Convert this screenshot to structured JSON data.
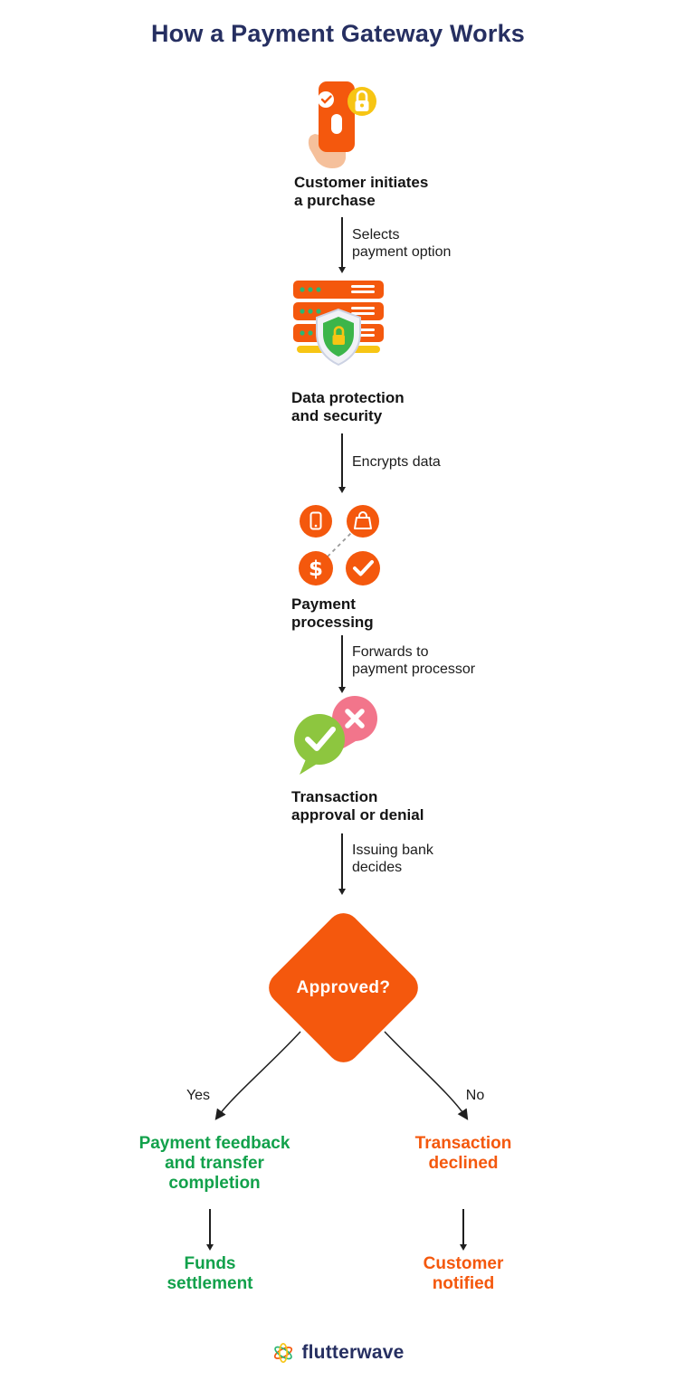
{
  "title": "How a Payment Gateway Works",
  "steps": [
    {
      "name": "Customer initiates\na purchase",
      "edge": "Selects\npayment option",
      "icon": "phone-purchase-icon"
    },
    {
      "name": "Data protection\nand security",
      "edge": "Encrypts data",
      "icon": "secure-server-icon"
    },
    {
      "name": "Payment\nprocessing",
      "edge": "Forwards to\npayment processor",
      "icon": "payment-methods-icon"
    },
    {
      "name": "Transaction\napproval or denial",
      "edge": "Issuing bank\ndecides",
      "icon": "approval-denial-bubbles-icon"
    }
  ],
  "decision": {
    "label": "Approved?"
  },
  "branches": {
    "yes": {
      "label": "Yes",
      "outcome": "Payment feedback\nand transfer\ncompletion",
      "final": "Funds\nsettlement"
    },
    "no": {
      "label": "No",
      "outcome": "Transaction\ndeclined",
      "final": "Customer\nnotified"
    }
  },
  "footer": {
    "brand": "flutterwave"
  },
  "icons": {
    "step1": "phone-purchase-icon",
    "step2": "secure-server-icon",
    "step3": "payment-methods-icon",
    "step4": "approval-denial-bubbles-icon",
    "footer": "flutterwave-logo-icon"
  },
  "colors": {
    "navy": "#262f61",
    "orange": "#f4580d",
    "green_text": "#12a14b",
    "bubble_green": "#8dc63f",
    "pink": "#f2758b",
    "yellow": "#f7c514",
    "shield_green": "#3cb54a",
    "dot_green": "#2bb673",
    "arrow": "#1f1f1f"
  }
}
